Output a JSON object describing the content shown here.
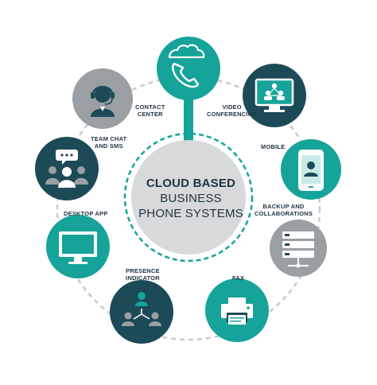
{
  "center": {
    "line1": "CLOUD BASED",
    "line2": "BUSINESS",
    "line3": "PHONE SYSTEMS"
  },
  "features": [
    {
      "id": "phone",
      "label": [],
      "icon": "phone-cloud-icon",
      "color": "#15a39a"
    },
    {
      "id": "video",
      "label": [
        "VIDEO",
        "CONFERENCING"
      ],
      "icon": "video-conference-monitor-icon",
      "color": "#1c4a57"
    },
    {
      "id": "mobile",
      "label": [
        "MOBILE"
      ],
      "icon": "mobile-phone-icon",
      "color": "#15a39a"
    },
    {
      "id": "backup",
      "label": [
        "BACKUP AND",
        "COLLABORATIONS"
      ],
      "icon": "server-network-icon",
      "color": "#9a9fa3"
    },
    {
      "id": "fax",
      "label": [
        "FAX"
      ],
      "icon": "fax-machine-icon",
      "color": "#15a39a"
    },
    {
      "id": "presence",
      "label": [
        "PRESENCE",
        "INDICATOR"
      ],
      "icon": "presence-users-icon",
      "color": "#1c4a57"
    },
    {
      "id": "desktop",
      "label": [
        "DESKTOP APP"
      ],
      "icon": "desktop-monitor-icon",
      "color": "#15a39a"
    },
    {
      "id": "chat",
      "label": [
        "TEAM CHAT",
        "AND SMS"
      ],
      "icon": "team-chat-icon",
      "color": "#1c4a57"
    },
    {
      "id": "contact",
      "label": [
        "CONTACT",
        "CENTER"
      ],
      "icon": "headset-agent-icon",
      "color": "#9a9fa3"
    }
  ],
  "colors": {
    "teal": "#15a39a",
    "navy": "#1c4a57",
    "gray": "#9a9fa3",
    "center_fill": "#d7d9da",
    "text": "#1f3340"
  }
}
